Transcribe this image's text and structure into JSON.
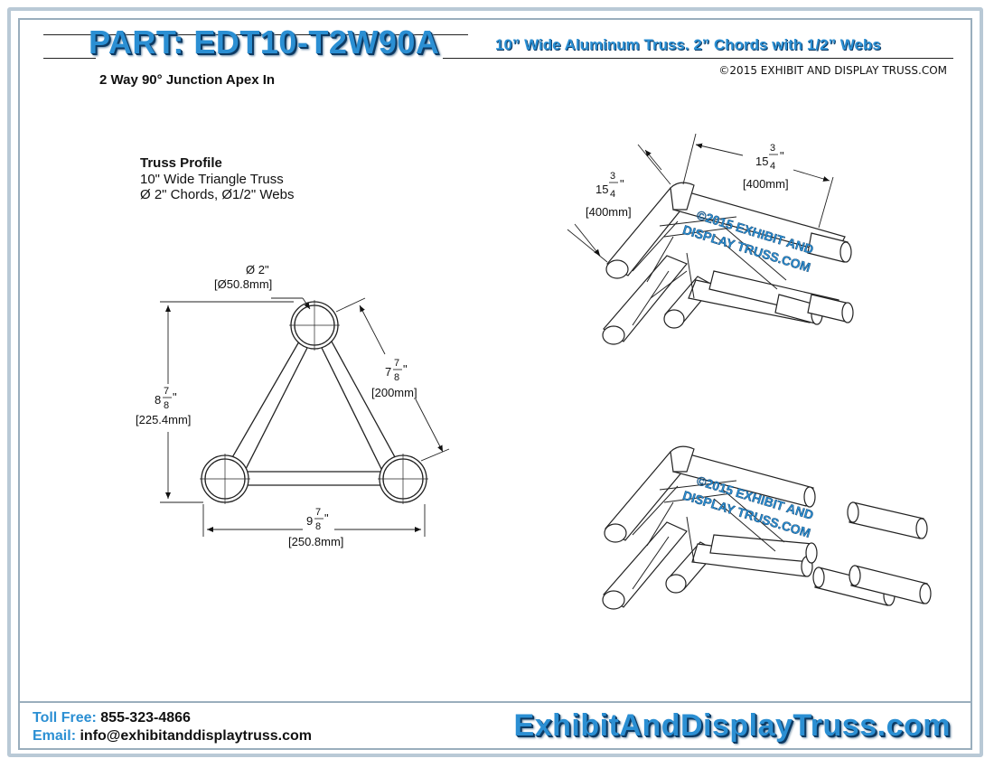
{
  "header": {
    "part_title": "PART: EDT10-T2W90A",
    "subtitle": "10” Wide Aluminum Truss. 2” Chords with 1/2” Webs",
    "copyright": "©2015 EXHIBIT AND DISPLAY TRUSS.COM",
    "junction_label": "2 Way 90° Junction Apex In"
  },
  "profile": {
    "heading": "Truss Profile",
    "line1": "10\" Wide Triangle Truss",
    "line2": "Ø 2\" Chords, Ø1/2\" Webs",
    "chord_dia_label": "Ø 2\"",
    "chord_dia_mm": "[Ø50.8mm]",
    "side": {
      "whole": "7",
      "num": "7",
      "den": "8",
      "mm": "[200mm]"
    },
    "height": {
      "whole": "8",
      "num": "7",
      "den": "8",
      "mm": "[225.4mm]"
    },
    "width": {
      "whole": "9",
      "num": "7",
      "den": "8",
      "mm": "[250.8mm]"
    }
  },
  "iso": {
    "leg_left": {
      "whole": "15",
      "num": "3",
      "den": "4",
      "mm": "[400mm]"
    },
    "leg_right": {
      "whole": "15",
      "num": "3",
      "den": "4",
      "mm": "[400mm]"
    },
    "watermark_line1": "©2015 EXHIBIT AND",
    "watermark_line2": "DISPLAY TRUSS.COM"
  },
  "footer": {
    "toll_free_label": "Toll Free:",
    "toll_free_number": "855-323-4866",
    "email_label": "Email:",
    "email_value": "info@exhibitanddisplaytruss.com",
    "website": "ExhibitAndDisplayTruss.com"
  },
  "colors": {
    "brand_blue": "#2b8fd3",
    "brand_shadow": "#0d3a63",
    "frame": "#9aaebd"
  }
}
